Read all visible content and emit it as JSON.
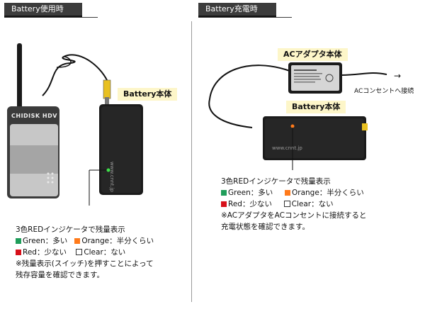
{
  "left": {
    "tab_title": "Battery使用時",
    "device_brand": "CHIDISK HDV",
    "battery_label": "Battery本体",
    "battery_url": "www.cnnt.jp",
    "desc": {
      "line1": "3色REDインジケータで残量表示",
      "green_label": "Green：多い",
      "orange_label": "Orange：半分くらい",
      "red_label": "Red：少ない",
      "clear_label": "Clear：ない",
      "note1": "※残量表示(スイッチ)を押すことによって",
      "note2": "残存容量を確認できます。"
    }
  },
  "right": {
    "tab_title": "Battery充電時",
    "adapter_label": "ACアダプタ本体",
    "arrow_glyph": "→",
    "outlet_label": "ACコンセントへ接続",
    "battery_label": "Battery本体",
    "battery_url": "www.cnnt.jp",
    "desc": {
      "line1": "3色REDインジケータで残量表示",
      "green_label": "Green：多い",
      "orange_label": "Orange：半分くらい",
      "red_label": "Red：少ない",
      "clear_label": "Clear：ない",
      "note1": "※ACアダプタをACコンセントに接続すると",
      "note2": "充電状態を確認できます。"
    }
  },
  "colors": {
    "green": "#1f9d5a",
    "orange": "#ff7a1a",
    "red": "#d7101a",
    "label_bg": "#fdf6c9"
  }
}
